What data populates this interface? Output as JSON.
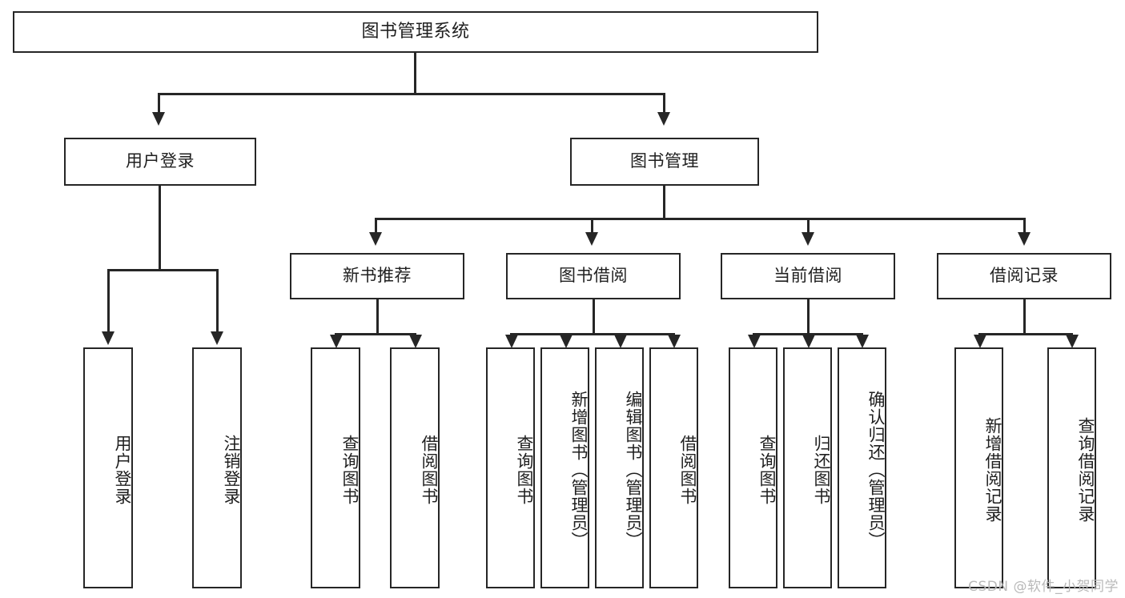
{
  "diagram": {
    "title": "图书管理系统",
    "type": "tree",
    "watermark": "CSDN @软件_小贺同学",
    "colors": {
      "background": "#ffffff",
      "box_border": "#262626",
      "text": "#1f1f1f",
      "connector": "#262626",
      "watermark": "#b9b9b9"
    },
    "root": {
      "label": "图书管理系统"
    },
    "level2": [
      {
        "id": "user-login",
        "label": "用户登录"
      },
      {
        "id": "book-management",
        "label": "图书管理"
      }
    ],
    "level3": [
      {
        "id": "new-book-recommend",
        "label": "新书推荐"
      },
      {
        "id": "book-borrow",
        "label": "图书借阅"
      },
      {
        "id": "current-borrow",
        "label": "当前借阅"
      },
      {
        "id": "borrow-record",
        "label": "借阅记录"
      }
    ],
    "leaves": {
      "user_login": [
        {
          "id": "leaf-user-login",
          "label": "用户登录"
        },
        {
          "id": "leaf-logout-login",
          "label": "注销登录"
        }
      ],
      "new_book_recommend": [
        {
          "id": "leaf-query-book-1",
          "label": "查询图书"
        },
        {
          "id": "leaf-borrow-book-1",
          "label": "借阅图书"
        }
      ],
      "book_borrow": [
        {
          "id": "leaf-query-book-2",
          "label": "查询图书"
        },
        {
          "id": "leaf-add-book-admin",
          "label": "新增图书（管理员）"
        },
        {
          "id": "leaf-edit-book-admin",
          "label": "编辑图书（管理员）"
        },
        {
          "id": "leaf-borrow-book-2",
          "label": "借阅图书"
        }
      ],
      "current_borrow": [
        {
          "id": "leaf-query-book-3",
          "label": "查询图书"
        },
        {
          "id": "leaf-return-book",
          "label": "归还图书"
        },
        {
          "id": "leaf-confirm-return-admin",
          "label": "确认归还（管理员）"
        }
      ],
      "borrow_record": [
        {
          "id": "leaf-add-borrow-record",
          "label": "新增借阅记录"
        },
        {
          "id": "leaf-query-borrow-record",
          "label": "查询借阅记录"
        }
      ]
    }
  }
}
